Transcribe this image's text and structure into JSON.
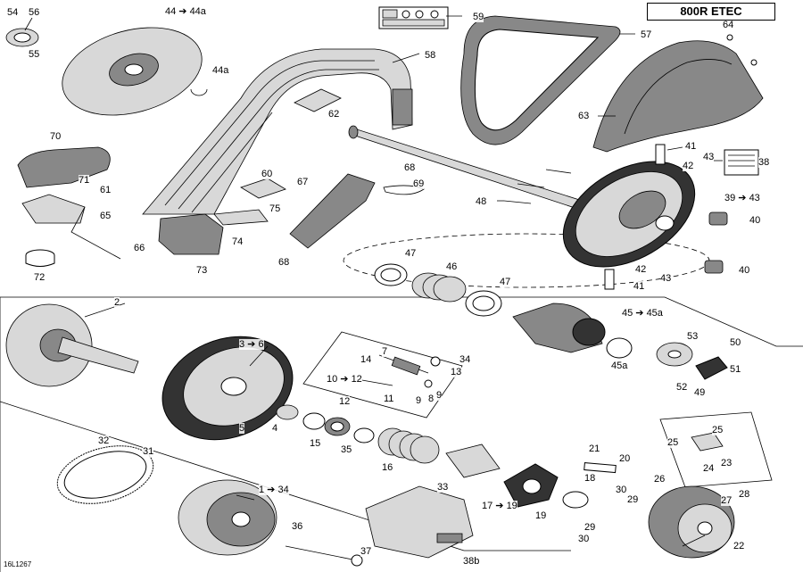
{
  "model_label": "800R ETEC",
  "diagram_code": "16L1267",
  "callouts": [
    {
      "id": "c54",
      "text": "54"
    },
    {
      "id": "c56",
      "text": "56"
    },
    {
      "id": "c55",
      "text": "55"
    },
    {
      "id": "c44a44a",
      "text": "44 ➔ 44a"
    },
    {
      "id": "c44a",
      "text": "44a"
    },
    {
      "id": "c59",
      "text": "59"
    },
    {
      "id": "c57",
      "text": "57"
    },
    {
      "id": "c64",
      "text": "64"
    },
    {
      "id": "c58",
      "text": "58"
    },
    {
      "id": "c62",
      "text": "62"
    },
    {
      "id": "c63",
      "text": "63"
    },
    {
      "id": "c70",
      "text": "70"
    },
    {
      "id": "c71",
      "text": "71"
    },
    {
      "id": "c61",
      "text": "61"
    },
    {
      "id": "c65",
      "text": "65"
    },
    {
      "id": "c72",
      "text": "72"
    },
    {
      "id": "c66",
      "text": "66"
    },
    {
      "id": "c73",
      "text": "73"
    },
    {
      "id": "c60",
      "text": "60"
    },
    {
      "id": "c75",
      "text": "75"
    },
    {
      "id": "c74",
      "text": "74"
    },
    {
      "id": "c67",
      "text": "67"
    },
    {
      "id": "c68a",
      "text": "68"
    },
    {
      "id": "c69",
      "text": "69"
    },
    {
      "id": "c68b",
      "text": "68"
    },
    {
      "id": "c41a",
      "text": "41"
    },
    {
      "id": "c43a",
      "text": "43"
    },
    {
      "id": "c42a",
      "text": "42"
    },
    {
      "id": "c38",
      "text": "38"
    },
    {
      "id": "c48",
      "text": "48"
    },
    {
      "id": "c3943",
      "text": "39 ➔ 43"
    },
    {
      "id": "c40a",
      "text": "40"
    },
    {
      "id": "c40b",
      "text": "40"
    },
    {
      "id": "c42b",
      "text": "42"
    },
    {
      "id": "c43b",
      "text": "43"
    },
    {
      "id": "c41b",
      "text": "41"
    },
    {
      "id": "c47a",
      "text": "47"
    },
    {
      "id": "c46",
      "text": "46"
    },
    {
      "id": "c47b",
      "text": "47"
    },
    {
      "id": "c4545a",
      "text": "45 ➔ 45a"
    },
    {
      "id": "c2",
      "text": "2"
    },
    {
      "id": "c36",
      "text": "3 ➔ 6"
    },
    {
      "id": "c7",
      "text": "7"
    },
    {
      "id": "c14",
      "text": "14"
    },
    {
      "id": "c34a",
      "text": "34"
    },
    {
      "id": "c13",
      "text": "13"
    },
    {
      "id": "c1012",
      "text": "10 ➔ 12"
    },
    {
      "id": "c12",
      "text": "12"
    },
    {
      "id": "c11",
      "text": "11"
    },
    {
      "id": "c9a",
      "text": "9"
    },
    {
      "id": "c8",
      "text": "8"
    },
    {
      "id": "c9b",
      "text": "9"
    },
    {
      "id": "c53",
      "text": "53"
    },
    {
      "id": "c50",
      "text": "50"
    },
    {
      "id": "c45a",
      "text": "45a"
    },
    {
      "id": "c51",
      "text": "51"
    },
    {
      "id": "c52",
      "text": "52"
    },
    {
      "id": "c49",
      "text": "49"
    },
    {
      "id": "c5",
      "text": "5"
    },
    {
      "id": "c4",
      "text": "4"
    },
    {
      "id": "c15",
      "text": "15"
    },
    {
      "id": "c35",
      "text": "35"
    },
    {
      "id": "c16",
      "text": "16"
    },
    {
      "id": "c32",
      "text": "32"
    },
    {
      "id": "c31",
      "text": "31"
    },
    {
      "id": "c134",
      "text": "1 ➔ 34"
    },
    {
      "id": "c33",
      "text": "33"
    },
    {
      "id": "c1719",
      "text": "17 ➔ 19"
    },
    {
      "id": "c21",
      "text": "21"
    },
    {
      "id": "c20",
      "text": "20"
    },
    {
      "id": "c18",
      "text": "18"
    },
    {
      "id": "c19",
      "text": "19"
    },
    {
      "id": "c25a",
      "text": "25"
    },
    {
      "id": "c25b",
      "text": "25"
    },
    {
      "id": "c24",
      "text": "24"
    },
    {
      "id": "c23",
      "text": "23"
    },
    {
      "id": "c26",
      "text": "26"
    },
    {
      "id": "c30a",
      "text": "30"
    },
    {
      "id": "c29a",
      "text": "29"
    },
    {
      "id": "c27",
      "text": "27"
    },
    {
      "id": "c28",
      "text": "28"
    },
    {
      "id": "c29b",
      "text": "29"
    },
    {
      "id": "c30b",
      "text": "30"
    },
    {
      "id": "c22",
      "text": "22"
    },
    {
      "id": "c36b",
      "text": "36"
    },
    {
      "id": "c37",
      "text": "37"
    },
    {
      "id": "c38b",
      "text": "38b"
    }
  ]
}
